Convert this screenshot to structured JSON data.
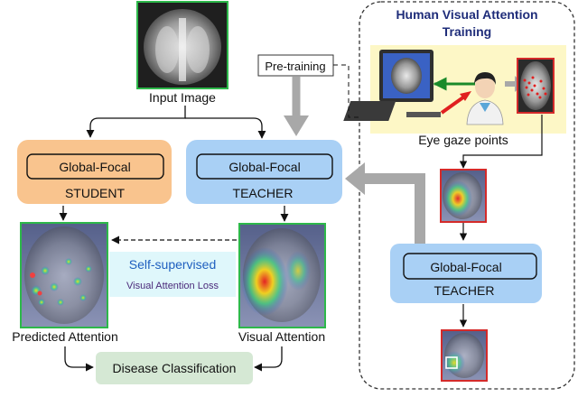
{
  "panel": {
    "title_line1": "Human Visual Attention",
    "title_line2": "Training",
    "eye_gaze_label": "Eye gaze points",
    "teacher_name": "Global-Focal",
    "teacher_role": "TEACHER"
  },
  "pretraining_label": "Pre-training",
  "input_label": "Input Image",
  "student": {
    "name": "Global-Focal",
    "role": "STUDENT"
  },
  "teacher": {
    "name": "Global-Focal",
    "role": "TEACHER"
  },
  "loss": {
    "line1": "Self-supervised",
    "line2": "Visual Attention Loss"
  },
  "predicted_label": "Predicted Attention",
  "visual_label": "Visual Attention",
  "classification_label": "Disease Classification",
  "colors": {
    "student_fill": "#f9c48e",
    "teacher_fill": "#a9d0f5",
    "classification_fill": "#d5e8d4",
    "loss_fill": "#dff7fb",
    "panel_box_fill": "#fdf7c6",
    "image_green_border": "#2db84a",
    "image_red_border": "#d42a2a",
    "title_color": "#1f2d7a",
    "loss_text": "#1f5fbf",
    "loss_subtext": "#4b2a7a"
  }
}
